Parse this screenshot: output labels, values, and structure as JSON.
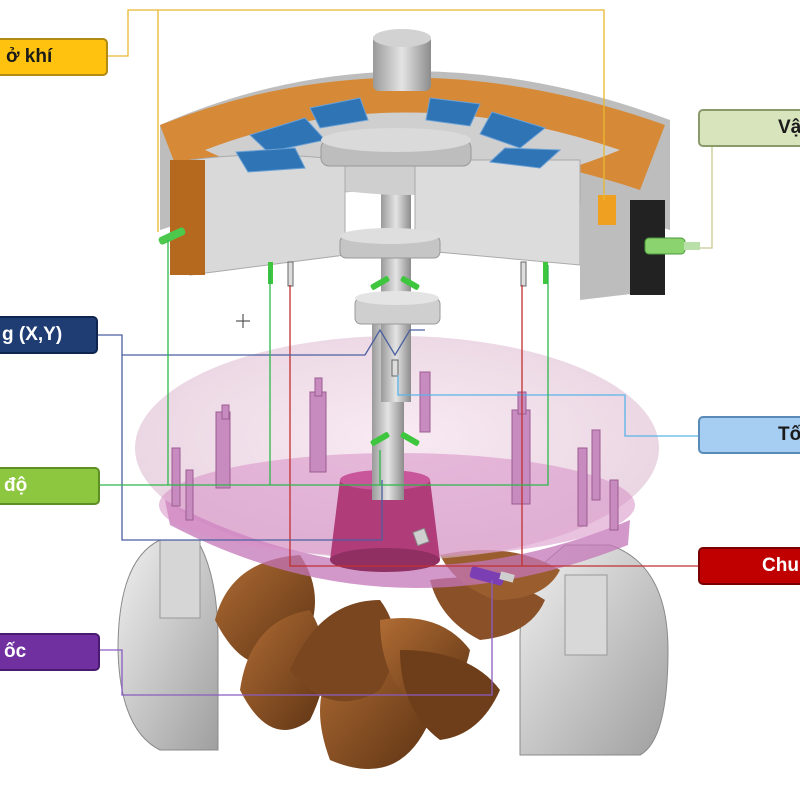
{
  "labels": {
    "air_gap": "ở khí",
    "vibration_xy": "g (X,Y)",
    "temperature": "độ",
    "speed": "ốc",
    "right_top": "Vậ",
    "right_middle": "Tố",
    "right_bottom": "Chu"
  },
  "colors": {
    "air_gap": "#ffc20e",
    "vibration_xy": "#1f3d73",
    "temperature": "#8dc63f",
    "speed": "#7030a0",
    "right_top": "#d8e4bc",
    "right_middle": "#a6cdf2",
    "right_bottom": "#c00000"
  }
}
